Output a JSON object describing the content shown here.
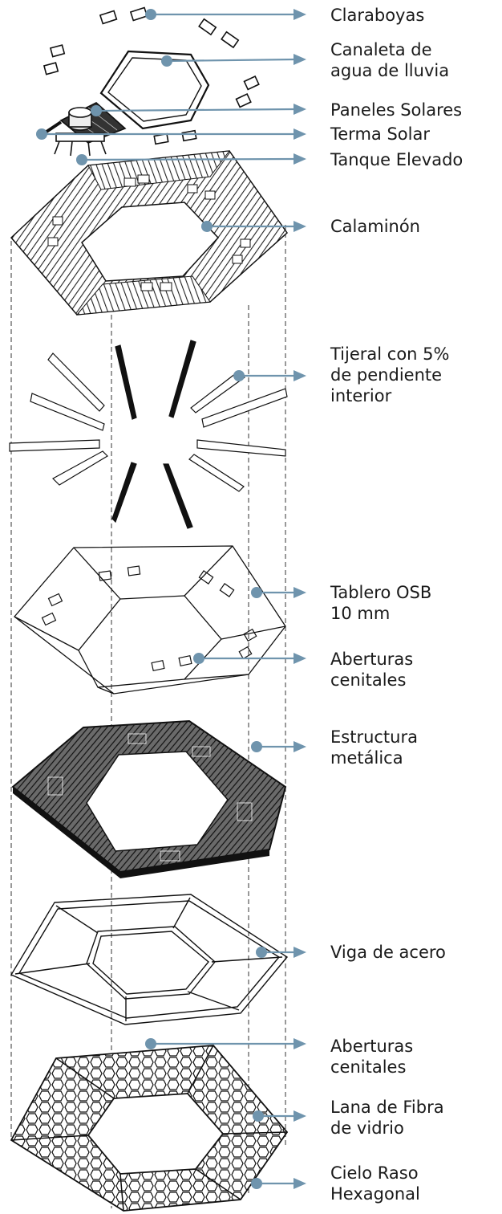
{
  "colors": {
    "leader": "#6f94ad",
    "ink": "#1a1a1a",
    "background": "#ffffff"
  },
  "labels": [
    {
      "id": "claraboyas",
      "lines": [
        "Claraboyas"
      ]
    },
    {
      "id": "canaleta",
      "lines": [
        "Canaleta de",
        "agua de lluvia"
      ]
    },
    {
      "id": "paneles",
      "lines": [
        "Paneles Solares"
      ]
    },
    {
      "id": "terma",
      "lines": [
        "Terma Solar"
      ]
    },
    {
      "id": "tanque",
      "lines": [
        "Tanque Elevado"
      ]
    },
    {
      "id": "calaminon",
      "lines": [
        "Calaminón"
      ]
    },
    {
      "id": "tijeral",
      "lines": [
        "Tijeral con 5%",
        "de pendiente",
        "interior"
      ]
    },
    {
      "id": "tablero",
      "lines": [
        "Tablero OSB",
        "10 mm"
      ]
    },
    {
      "id": "aberturas1",
      "lines": [
        "Aberturas",
        "cenitales"
      ]
    },
    {
      "id": "estructura",
      "lines": [
        "Estructura",
        "metálica"
      ]
    },
    {
      "id": "viga",
      "lines": [
        "Viga de acero"
      ]
    },
    {
      "id": "aberturas2",
      "lines": [
        "Aberturas",
        "cenitales"
      ]
    },
    {
      "id": "lana",
      "lines": [
        "Lana de Fibra",
        "de vidrio"
      ]
    },
    {
      "id": "cielo",
      "lines": [
        "Cielo Raso",
        "Hexagonal"
      ]
    }
  ]
}
